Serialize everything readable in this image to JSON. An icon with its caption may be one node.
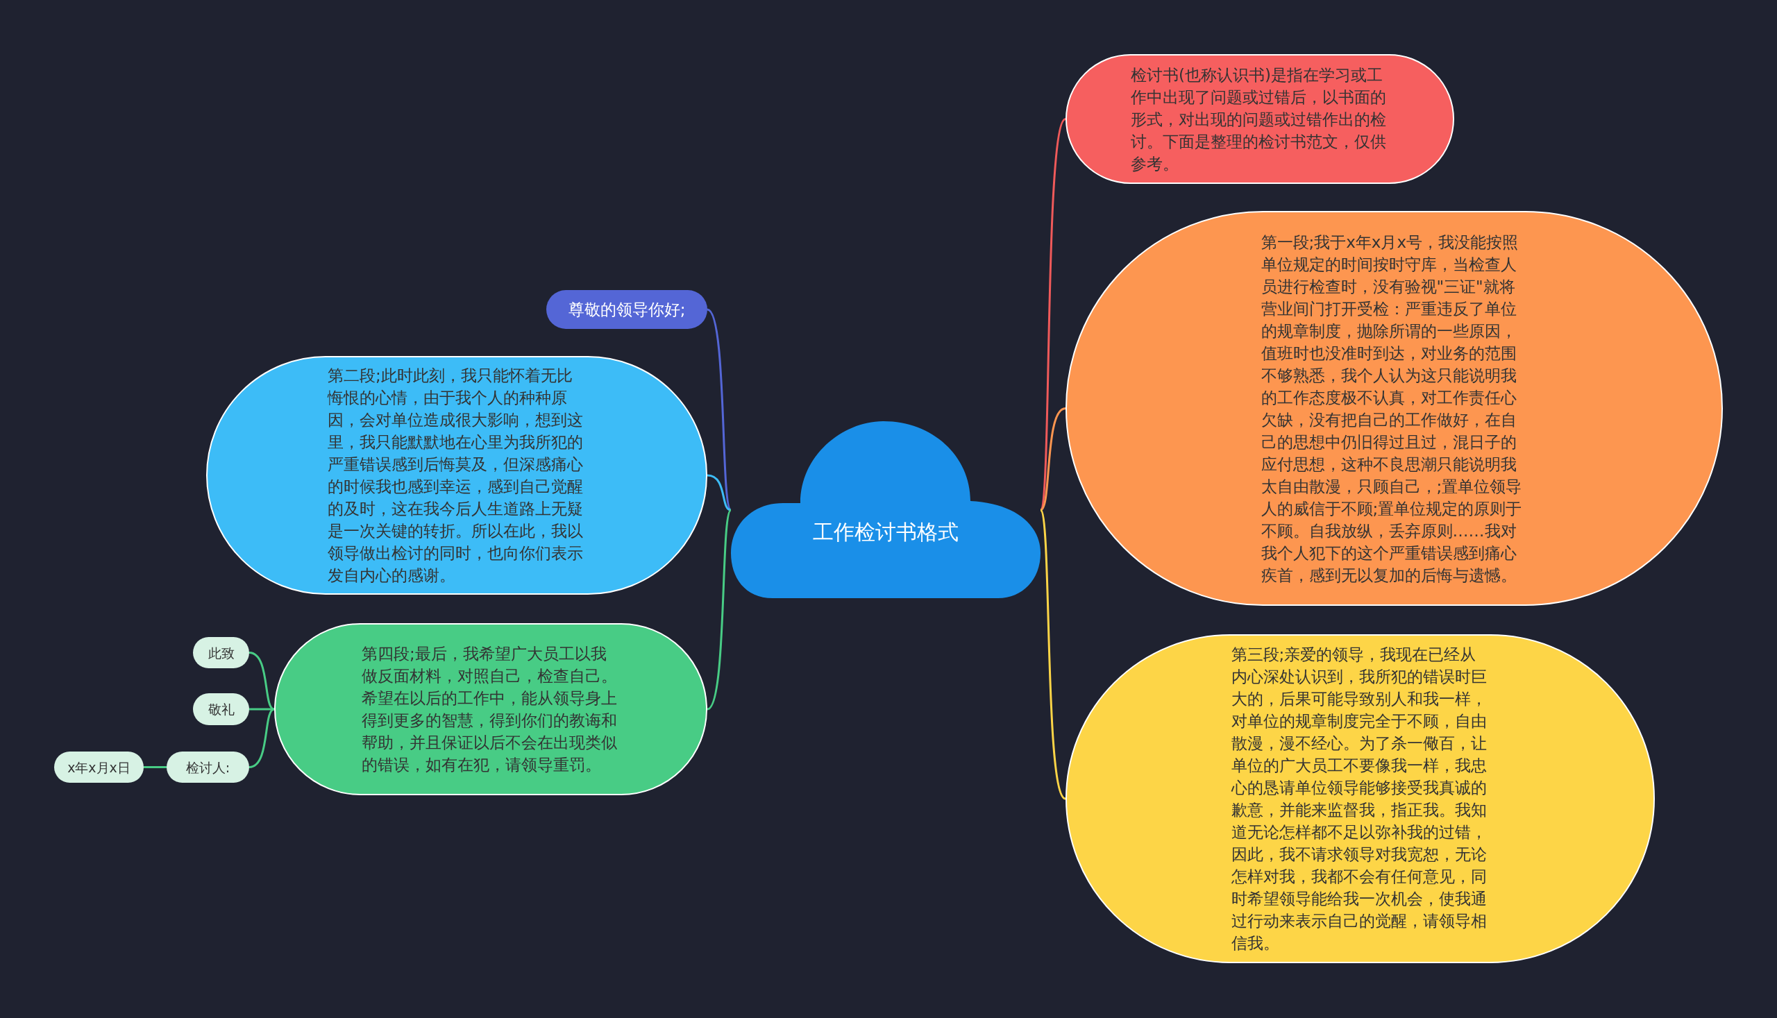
{
  "diagram": {
    "nodes": [
      {
        "text": [
          "工作检讨书格式"
        ]
      },
      {
        "text": [
          "检讨书(也称认识书)是指在学习或工作中出现了问题或过错后，以书面的形式，对出现的问题或过错作出的检讨。下面是整理的检讨书范文，仅供参考。"
        ]
      },
      {
        "text": [
          "第一段;我于x年x月x号，我没能按照单位规定的时间按时守库，当检查人员进行检查时，没有验视\"三证\"就将营业间门打开受检：严重违反了单位的规章制度，抛除所谓的一些原因，值班时也没准时到达，对业务的范围不够熟悉，我个人认为这只能说明我的工作态度极不认真，对工作责任心欠缺，没有把自己的工作做好，在自己的思想中仍旧得过且过，混日子的应付思想，这种不良思潮只能说明我太自由散漫，只顾自己，;置单位领导人的威信于不顾;置单位规定的原则于不顾。自我放纵，丢弃原则……我对我个人犯下的这个严重错误感到痛心疾首，感到无以复加的后悔与遗憾。"
        ]
      },
      {
        "text": [
          "第三段;亲爱的领导，我现在已经从内心深处认识到，我所犯的错误时巨大的，后果可能导致别人和我一样，对单位的规章制度完全于不顾，自由散漫，漫不经心。为了杀一儆百，让单位的广大员工不要像我一样，我忠心的恳请单位领导能够接受我真诚的歉意，并能来监督我，指正我。我知道无论怎样都不足以弥补我的过错，因此，我不请求领导对我宽恕，无论怎样对我，我都不会有任何意见，同时希望领导能给我一次机会，使我通过行动来表示自己的觉醒，请领导相信我。"
        ]
      },
      {
        "text": [
          "尊敬的领导你好;"
        ]
      },
      {
        "text": [
          "第二段;此时此刻，我只能怀着无比悔恨的心情，由于我个人的种种原因，会对单位造成很大影响，想到这里，我只能默默地在心里为我所犯的严重错误感到后悔莫及，但深感痛心的时候我也感到幸运，感到自己觉醒的及时，这在我今后人生道路上无疑是一次关键的转折。所以在此，我以领导做出检讨的同时，也向你们表示发自内心的感谢。"
        ]
      },
      {
        "text": [
          "第四段;最后，我希望广大员工以我做反面材料，对照自己，检查自己。希望在以后的工作中，能从领导身上得到更多的智慧，得到你们的教诲和帮助，并且保证以后不会在出现类似的错误，如有在犯，请领导重罚。"
        ]
      },
      {
        "text": [
          "此致"
        ]
      },
      {
        "text": [
          "敬礼"
        ]
      },
      {
        "text": [
          "检讨人:"
        ]
      },
      {
        "text": [
          "x年x月x日"
        ]
      }
    ],
    "edges": [
      {
        "from": 0,
        "to": 1,
        "arrow": "none",
        "color": "#f05a5a"
      },
      {
        "from": 0,
        "to": 2,
        "arrow": "none",
        "color": "#fd9650"
      },
      {
        "from": 0,
        "to": 3,
        "arrow": "none",
        "color": "#fdd547"
      },
      {
        "from": 0,
        "to": 4,
        "arrow": "none",
        "color": "#5466d6"
      },
      {
        "from": 0,
        "to": 5,
        "arrow": "none",
        "color": "#3dbcf7"
      },
      {
        "from": 0,
        "to": 6,
        "arrow": "none",
        "color": "#48cc85"
      },
      {
        "from": 6,
        "to": 7,
        "arrow": "none",
        "color": "#48cc85"
      },
      {
        "from": 6,
        "to": 8,
        "arrow": "none",
        "color": "#48cc85"
      },
      {
        "from": 6,
        "to": 9,
        "arrow": "none",
        "color": "#48cc85"
      },
      {
        "from": 9,
        "to": 10,
        "arrow": "none",
        "color": "#48cc85"
      }
    ]
  }
}
